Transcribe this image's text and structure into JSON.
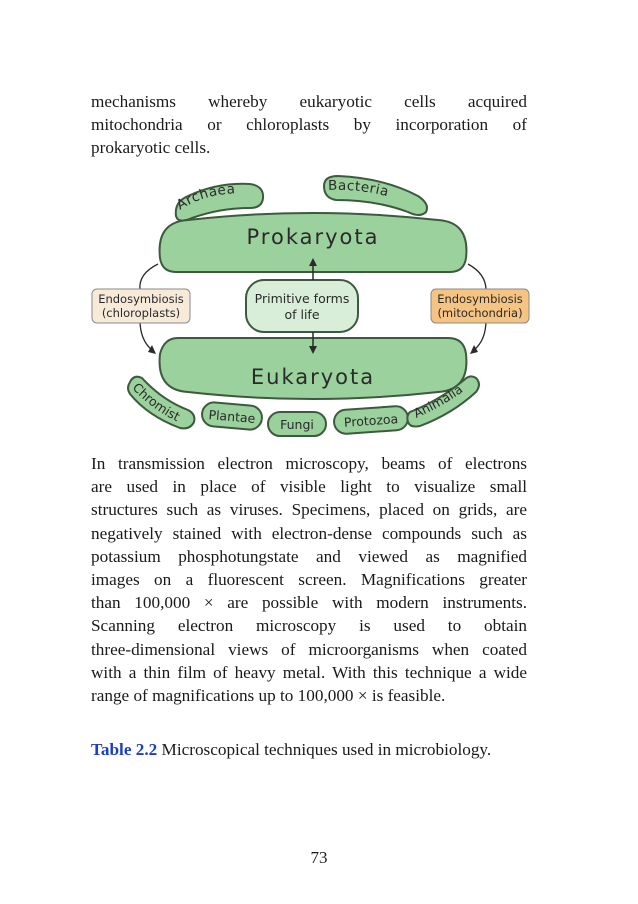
{
  "paragraph_top": {
    "lines": [
      "mechanisms whereby eukaryotic cells acquired",
      "mitochondria or chloroplasts by incorporation of",
      "prokaryotic cells."
    ]
  },
  "diagram": {
    "prokaryota": "Prokaryota",
    "eukaryota": "Eukaryota",
    "primitive_line1": "Primitive forms",
    "primitive_line2": "of life",
    "archaea": "Archaea",
    "bacteria": "Bacteria",
    "endo_left_line1": "Endosymbiosis",
    "endo_left_line2": "(chloroplasts)",
    "endo_right_line1": "Endosymbiosis",
    "endo_right_line2": "(mitochondria)",
    "chromista": "Chromista",
    "plantae": "Plantae",
    "fungi": "Fungi",
    "protozoa": "Protozoa",
    "animalia": "Animalia",
    "colors": {
      "green_fill": "#9bd19c",
      "green_stroke": "#3d5a3e",
      "light_green": "#d9eed8",
      "chloro_box": "#f7ead9",
      "mito_box": "#f5c483"
    }
  },
  "paragraph_mid": {
    "lines": [
      "In transmission electron microscopy, beams of electrons",
      "are used in place of visible light to visualize small",
      "structures such as viruses. Specimens, placed on grids, are",
      "negatively stained with electron-dense compounds such as",
      "potassium phosphotungstate and viewed as magnified",
      "images on a fluorescent screen. Magnifications greater",
      "than 100,000 × are possible with modern instruments.",
      "Scanning electron microscopy is used to obtain",
      "three-dimensional views of microorganisms when coated",
      "with a thin film of heavy metal. With this technique a wide",
      "range of magnifications up to 100,000 × is feasible."
    ]
  },
  "caption": {
    "label": "Table 2.2",
    "text": " Microscopical techniques used in microbiology."
  },
  "page_number": "73"
}
